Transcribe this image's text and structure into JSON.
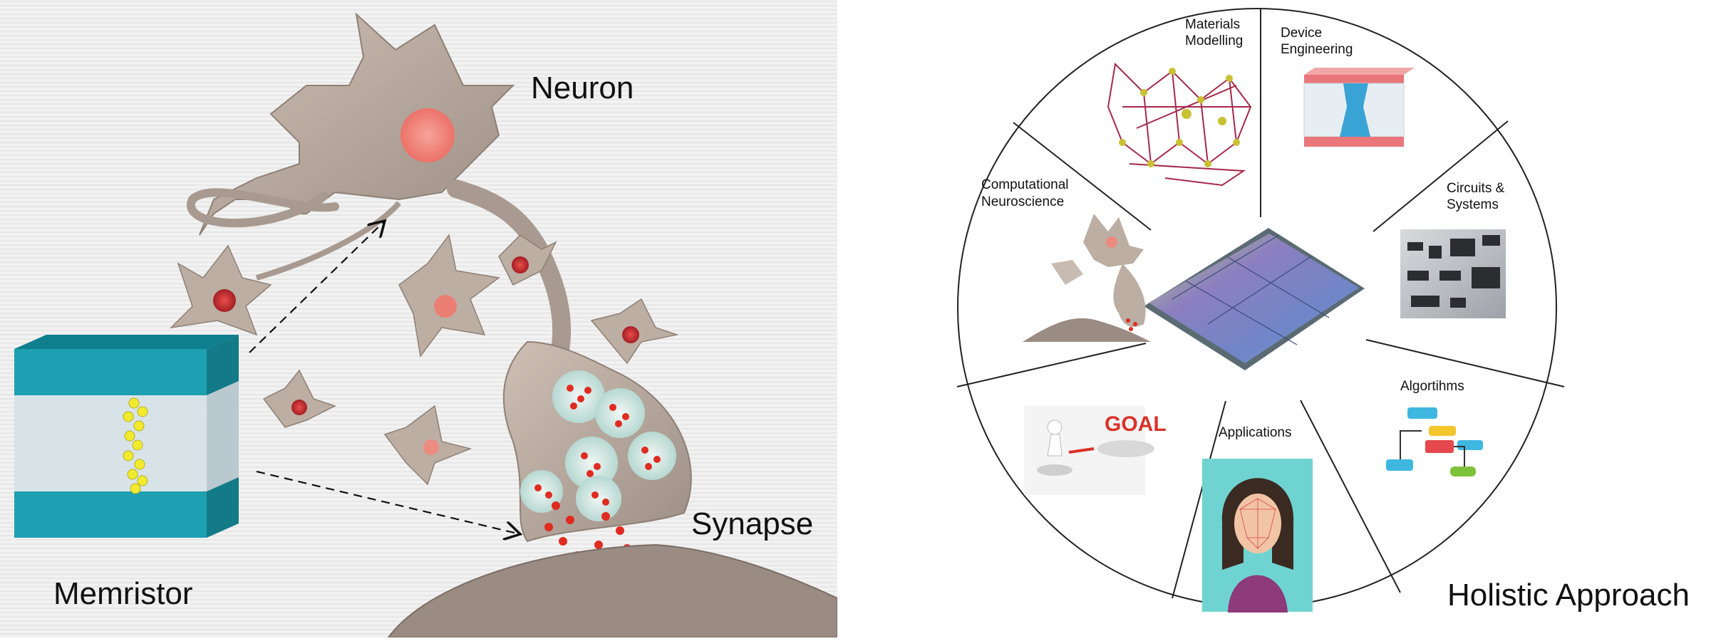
{
  "left_panel": {
    "labels": {
      "neuron": "Neuron",
      "memristor": "Memristor",
      "synapse": "Synapse"
    }
  },
  "right_panel": {
    "title": "Holistic Approach",
    "segments": [
      {
        "id": "materials",
        "line1": "Materials",
        "line2": "Modelling"
      },
      {
        "id": "device",
        "line1": "Device",
        "line2": "Engineering"
      },
      {
        "id": "circuits",
        "line1": "Circuits &",
        "line2": "Systems"
      },
      {
        "id": "algorithms",
        "line1": "Algortihms",
        "line2": ""
      },
      {
        "id": "applications",
        "line1": "Applications",
        "line2": ""
      },
      {
        "id": "goal",
        "line1": "",
        "line2": "",
        "image_text": "GOAL"
      },
      {
        "id": "neuroscience",
        "line1": "Computational",
        "line2": "Neuroscience"
      }
    ]
  },
  "colors": {
    "neuron_body": "#b9aba1",
    "nucleus": "#f0847a",
    "memristor_teal": "#1e9fb2",
    "ion": "#f2ea2e",
    "vesicle_dot": "#e02b20",
    "chip": "#7e8fc0"
  }
}
